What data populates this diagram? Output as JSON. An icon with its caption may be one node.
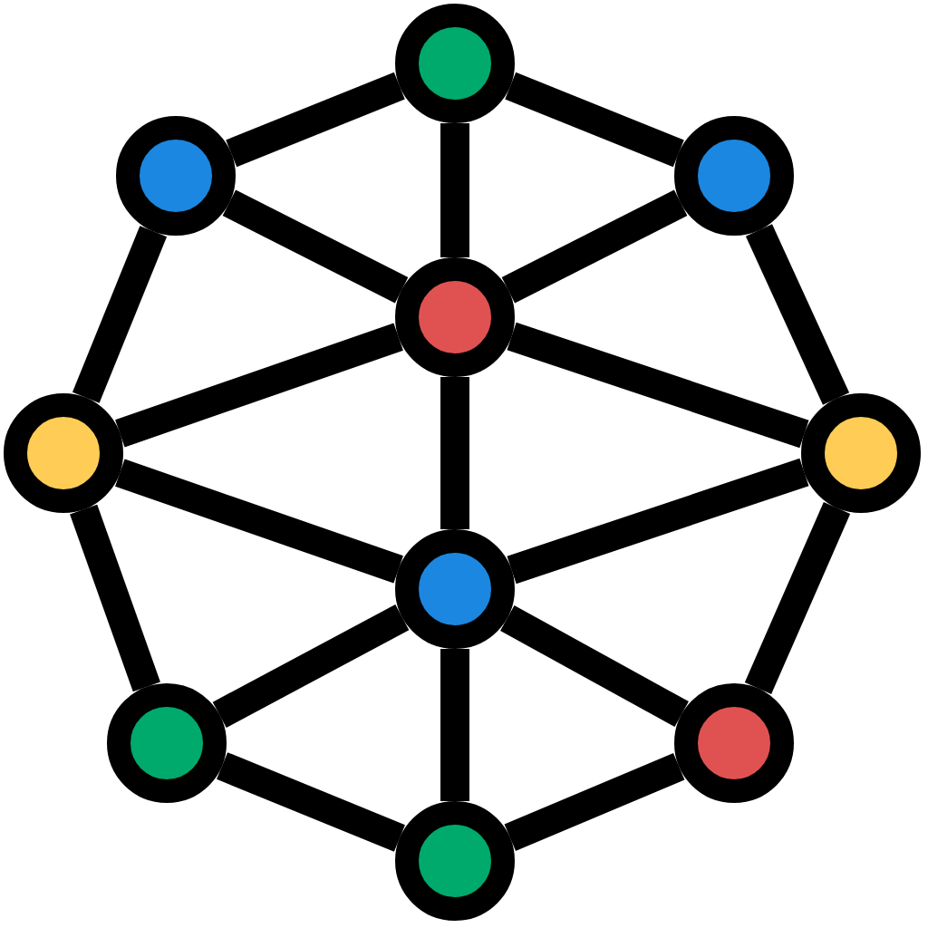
{
  "diagram": {
    "nodes": [
      {
        "text": [],
        "shape": "circle"
      },
      {
        "text": [],
        "shape": "circle"
      },
      {
        "text": [],
        "shape": "circle"
      },
      {
        "text": [],
        "shape": "circle"
      },
      {
        "text": [],
        "shape": "circle"
      },
      {
        "text": [],
        "shape": "circle"
      },
      {
        "text": [],
        "shape": "circle"
      },
      {
        "text": [],
        "shape": "circle"
      },
      {
        "text": [],
        "shape": "circle"
      },
      {
        "text": [],
        "shape": "circle"
      }
    ],
    "edges": [
      {
        "from": 0,
        "to": 1,
        "arrow": "none"
      },
      {
        "from": 0,
        "to": 2,
        "arrow": "none"
      },
      {
        "from": 1,
        "to": 4,
        "arrow": "none"
      },
      {
        "from": 2,
        "to": 5,
        "arrow": "none"
      },
      {
        "from": 4,
        "to": 7,
        "arrow": "none"
      },
      {
        "from": 5,
        "to": 8,
        "arrow": "none"
      },
      {
        "from": 7,
        "to": 9,
        "arrow": "none"
      },
      {
        "from": 8,
        "to": 9,
        "arrow": "none"
      },
      {
        "from": 0,
        "to": 3,
        "arrow": "none"
      },
      {
        "from": 1,
        "to": 3,
        "arrow": "none"
      },
      {
        "from": 2,
        "to": 3,
        "arrow": "none"
      },
      {
        "from": 3,
        "to": 4,
        "arrow": "none"
      },
      {
        "from": 3,
        "to": 5,
        "arrow": "none"
      },
      {
        "from": 3,
        "to": 6,
        "arrow": "none"
      },
      {
        "from": 4,
        "to": 6,
        "arrow": "none"
      },
      {
        "from": 5,
        "to": 6,
        "arrow": "none"
      },
      {
        "from": 6,
        "to": 7,
        "arrow": "none"
      },
      {
        "from": 6,
        "to": 8,
        "arrow": "none"
      },
      {
        "from": 6,
        "to": 9,
        "arrow": "none"
      }
    ]
  }
}
